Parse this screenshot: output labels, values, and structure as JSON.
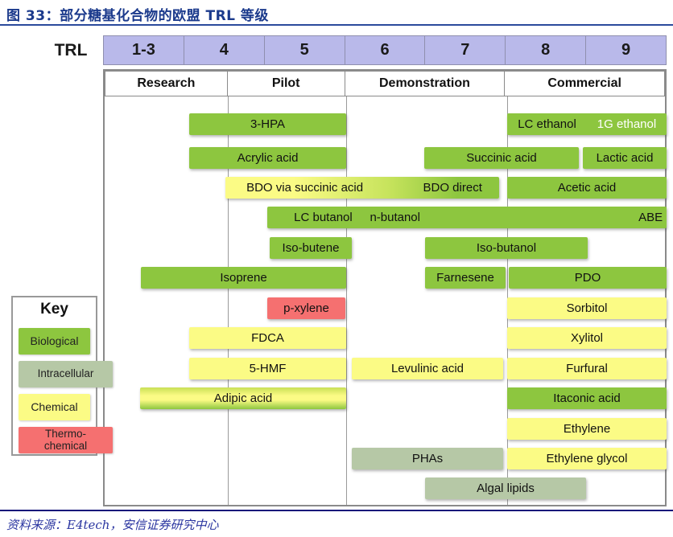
{
  "title": "图 33：部分糖基化合物的欧盟 TRL 等级",
  "source": "资料来源：E4tech，安信证券研究中心",
  "trl": {
    "label": "TRL",
    "levels": [
      "1-3",
      "4",
      "5",
      "6",
      "7",
      "8",
      "9"
    ]
  },
  "phases": [
    "Research",
    "Pilot",
    "Demonstration",
    "Commercial"
  ],
  "key": {
    "title": "Key",
    "items": [
      {
        "label": "Biological",
        "category": "biological"
      },
      {
        "label": "Intracellular",
        "category": "intracellular"
      },
      {
        "label": "Chemical",
        "category": "chemical"
      },
      {
        "label": "Thermo-chemical",
        "category": "thermo"
      }
    ]
  },
  "colors": {
    "biological": "#8dc63f",
    "intracellular": "#b6c8a6",
    "chemical": "#fbfb85",
    "thermo": "#f57070",
    "lavender": "#b9b9ea",
    "navy": "#1b3a8c",
    "navy_dark": "#12127a",
    "rule_blue": "#2a4a9c",
    "source_blue": "#2a35a0"
  },
  "chart_data": {
    "type": "bar",
    "subtype": "horizontal-trl-span",
    "title": "图 33：部分糖基化合物的欧盟 TRL 等级",
    "xlabel": "TRL",
    "x_levels": [
      "1-3",
      "4",
      "5",
      "6",
      "7",
      "8",
      "9"
    ],
    "phase_bands": [
      "Research",
      "Pilot",
      "Demonstration",
      "Commercial"
    ],
    "legend": [
      "Biological",
      "Intracellular",
      "Chemical",
      "Thermo-chemical"
    ],
    "bars": [
      {
        "name": "3-HPA",
        "row": 1,
        "trl": "4-5",
        "category": "biological",
        "col_start": 1.05,
        "col_end": 3.0,
        "labels": [
          {
            "text": "3-HPA",
            "cx": 0.5
          }
        ]
      },
      {
        "name": "LC ethanol / 1G ethanol",
        "row": 1,
        "trl": "8-9",
        "category": "biological",
        "col_start": 5.0,
        "col_end": 6.98,
        "labels": [
          {
            "text": "LC ethanol",
            "cx": 0.25
          },
          {
            "text": "1G ethanol",
            "cx": 0.75,
            "color": "#ffffff"
          }
        ]
      },
      {
        "name": "Acrylic acid",
        "row": 2,
        "trl": "4-5",
        "category": "biological",
        "col_start": 1.05,
        "col_end": 3.0,
        "labels": [
          {
            "text": "Acrylic acid",
            "cx": 0.5
          }
        ]
      },
      {
        "name": "Succinic acid",
        "row": 2,
        "trl": "7-8",
        "category": "biological",
        "col_start": 3.97,
        "col_end": 5.89,
        "labels": [
          {
            "text": "Succinic acid",
            "cx": 0.5
          }
        ]
      },
      {
        "name": "Lactic acid",
        "row": 2,
        "trl": "9",
        "category": "biological",
        "col_start": 5.94,
        "col_end": 6.98,
        "labels": [
          {
            "text": "Lactic acid",
            "cx": 0.5
          }
        ]
      },
      {
        "name": "BDO via succinic acid / BDO direct",
        "row": 3,
        "trl": "4-7",
        "category": "gradient-h",
        "col_start": 1.5,
        "col_end": 4.9,
        "labels": [
          {
            "text": "BDO via succinic acid",
            "cx": 0.29
          },
          {
            "text": "BDO direct",
            "cx": 0.83
          }
        ]
      },
      {
        "name": "Acetic acid",
        "row": 3,
        "trl": "8-9",
        "category": "biological",
        "col_start": 5.0,
        "col_end": 6.98,
        "labels": [
          {
            "text": "Acetic acid",
            "cx": 0.5
          }
        ]
      },
      {
        "name": "LC butanol / n-butanol / ABE",
        "row": 4,
        "trl": "5-9",
        "category": "biological",
        "col_start": 2.02,
        "col_end": 6.98,
        "labels": [
          {
            "text": "LC butanol",
            "cx": 0.14
          },
          {
            "text": "n-butanol",
            "cx": 0.32
          },
          {
            "text": "ABE",
            "cx": 0.96
          }
        ]
      },
      {
        "name": "Iso-butene",
        "row": 5,
        "trl": "5",
        "category": "biological",
        "col_start": 2.05,
        "col_end": 3.07,
        "labels": [
          {
            "text": "Iso-butene",
            "cx": 0.5
          }
        ]
      },
      {
        "name": "Iso-butanol",
        "row": 5,
        "trl": "7-8",
        "category": "biological",
        "col_start": 3.98,
        "col_end": 6.0,
        "labels": [
          {
            "text": "Iso-butanol",
            "cx": 0.5
          }
        ]
      },
      {
        "name": "Isoprene",
        "row": 6,
        "trl": "3-5",
        "category": "biological",
        "col_start": 0.45,
        "col_end": 3.0,
        "labels": [
          {
            "text": "Isoprene",
            "cx": 0.5
          }
        ]
      },
      {
        "name": "Farnesene",
        "row": 6,
        "trl": "7",
        "category": "biological",
        "col_start": 3.98,
        "col_end": 4.98,
        "labels": [
          {
            "text": "Farnesene",
            "cx": 0.5
          }
        ]
      },
      {
        "name": "PDO",
        "row": 6,
        "trl": "8-9",
        "category": "biological",
        "col_start": 5.02,
        "col_end": 6.98,
        "labels": [
          {
            "text": "PDO",
            "cx": 0.5
          }
        ]
      },
      {
        "name": "p-xylene",
        "row": 7,
        "trl": "5",
        "category": "thermo",
        "col_start": 2.02,
        "col_end": 2.99,
        "labels": [
          {
            "text": "p-xylene",
            "cx": 0.5
          }
        ]
      },
      {
        "name": "Sorbitol",
        "row": 7,
        "trl": "8-9",
        "category": "chemical",
        "col_start": 5.0,
        "col_end": 6.98,
        "labels": [
          {
            "text": "Sorbitol",
            "cx": 0.5
          }
        ]
      },
      {
        "name": "FDCA",
        "row": 8,
        "trl": "4-5",
        "category": "chemical",
        "col_start": 1.05,
        "col_end": 3.0,
        "labels": [
          {
            "text": "FDCA",
            "cx": 0.5
          }
        ]
      },
      {
        "name": "Xylitol",
        "row": 8,
        "trl": "8-9",
        "category": "chemical",
        "col_start": 5.0,
        "col_end": 6.98,
        "labels": [
          {
            "text": "Xylitol",
            "cx": 0.5
          }
        ]
      },
      {
        "name": "5-HMF",
        "row": 9,
        "trl": "4-5",
        "category": "chemical",
        "col_start": 1.05,
        "col_end": 3.0,
        "labels": [
          {
            "text": "5-HMF",
            "cx": 0.5
          }
        ]
      },
      {
        "name": "Levulinic acid",
        "row": 9,
        "trl": "6-7",
        "category": "chemical",
        "col_start": 3.07,
        "col_end": 4.95,
        "labels": [
          {
            "text": "Levulinic acid",
            "cx": 0.5
          }
        ]
      },
      {
        "name": "Furfural",
        "row": 9,
        "trl": "8-9",
        "category": "chemical",
        "col_start": 5.0,
        "col_end": 6.98,
        "labels": [
          {
            "text": "Furfural",
            "cx": 0.5
          }
        ]
      },
      {
        "name": "Adipic acid",
        "row": 10,
        "trl": "3-5",
        "category": "gradient-v",
        "col_start": 0.44,
        "col_end": 3.0,
        "labels": [
          {
            "text": "Adipic acid",
            "cx": 0.5
          }
        ]
      },
      {
        "name": "Itaconic acid",
        "row": 10,
        "trl": "8-9",
        "category": "biological",
        "col_start": 5.0,
        "col_end": 6.98,
        "labels": [
          {
            "text": "Itaconic acid",
            "cx": 0.5
          }
        ]
      },
      {
        "name": "Ethylene",
        "row": 11,
        "trl": "8-9",
        "category": "chemical",
        "col_start": 5.0,
        "col_end": 6.98,
        "labels": [
          {
            "text": "Ethylene",
            "cx": 0.5
          }
        ]
      },
      {
        "name": "PHAs",
        "row": 12,
        "trl": "6-7",
        "category": "intracellular",
        "col_start": 3.07,
        "col_end": 4.95,
        "labels": [
          {
            "text": "PHAs",
            "cx": 0.5
          }
        ]
      },
      {
        "name": "Ethylene glycol",
        "row": 12,
        "trl": "8-9",
        "category": "chemical",
        "col_start": 5.0,
        "col_end": 6.98,
        "labels": [
          {
            "text": "Ethylene glycol",
            "cx": 0.5
          }
        ]
      },
      {
        "name": "Algal lipids",
        "row": 13,
        "trl": "7-8",
        "category": "intracellular",
        "col_start": 3.98,
        "col_end": 5.98,
        "labels": [
          {
            "text": "Algal lipids",
            "cx": 0.5
          }
        ]
      }
    ]
  }
}
